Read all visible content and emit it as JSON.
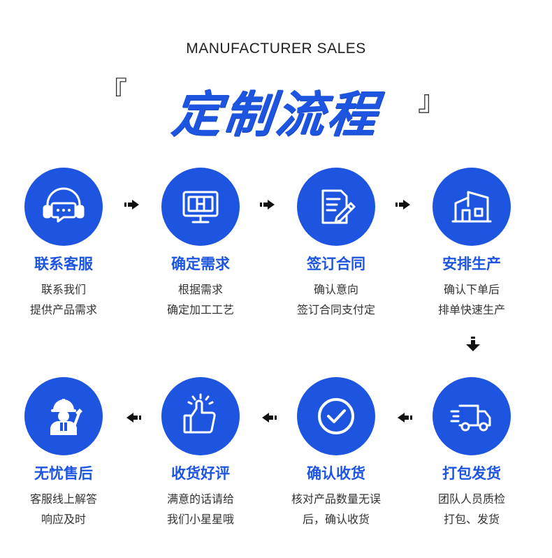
{
  "header": {
    "subtitle": "MANUFACTURER SALES",
    "title": "定制流程",
    "bracket_left": "『",
    "bracket_right": "』"
  },
  "steps": [
    {
      "title": "联系客服",
      "line1": "联系我们",
      "line2": "提供产品需求",
      "icon": "headset-chat-icon"
    },
    {
      "title": "确定需求",
      "line1": "根据需求",
      "line2": "确定加工工艺",
      "icon": "monitor-icon"
    },
    {
      "title": "签订合同",
      "line1": "确认意向",
      "line2": "签订合同支付定",
      "icon": "contract-pen-icon"
    },
    {
      "title": "安排生产",
      "line1": "确认下单后",
      "line2": "排单快速生产",
      "icon": "factory-icon"
    },
    {
      "title": "打包发货",
      "line1": "团队人员质检",
      "line2": "打包、发货",
      "icon": "truck-icon"
    },
    {
      "title": "确认收货",
      "line1": "核对产品数量无误",
      "line2": "后，确认收货",
      "icon": "check-circle-icon"
    },
    {
      "title": "收货好评",
      "line1": "满意的话请给",
      "line2": "我们小星星哦",
      "icon": "thumbs-up-icon"
    },
    {
      "title": "无忧售后",
      "line1": "客服线上解答",
      "line2": "响应及时",
      "icon": "worker-icon"
    }
  ],
  "colors": {
    "accent": "#1d55e0",
    "text": "#333333",
    "arrow": "#111111"
  }
}
